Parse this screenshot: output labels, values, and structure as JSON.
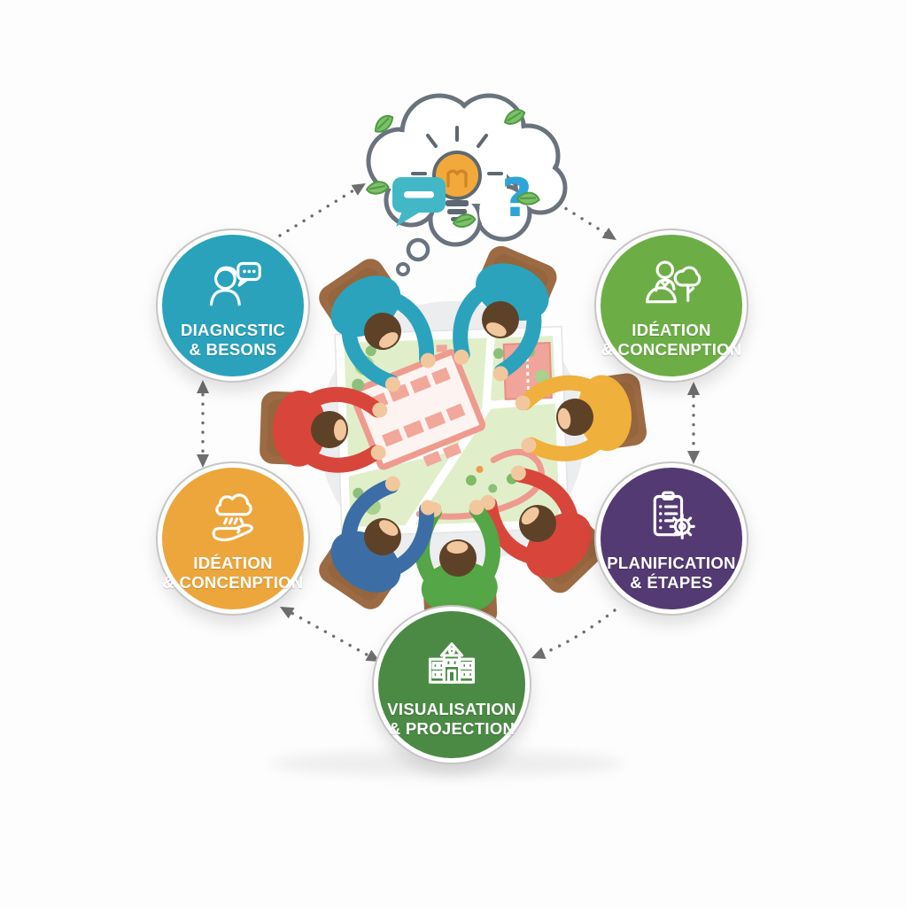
{
  "background_color": "#fdfdfd",
  "cloud": {
    "outline_color": "#6a737d",
    "question_mark": "?",
    "question_color": "#2da5d8",
    "lightbulb_color": "#f2a93b",
    "bubble_color": "#42b7c6",
    "leaf_color": "#7cc068",
    "icons": [
      "lightbulb-icon",
      "speech-bubble-icon",
      "question-mark",
      "leaf-icon"
    ]
  },
  "nodes": [
    {
      "id": "diagnostic-besoins",
      "icon": "person-chat-icon",
      "line1": "DIAGNCSTIC",
      "line2": "& BESONS",
      "color": "#2aa2bc"
    },
    {
      "id": "ideation-conception-right",
      "icon": "person-tree-icon",
      "line1": "IDÉATION",
      "line2": "& CONCENPTION",
      "color": "#6cae45"
    },
    {
      "id": "planification-etapes",
      "icon": "clipboard-gear-icon",
      "line1": "PLANIFICATION",
      "line2": "& ÉTAPES",
      "color": "#543a72"
    },
    {
      "id": "visualisation-projection",
      "icon": "building-icon",
      "line1": "VISUALISATION",
      "line2": "& PROJECTION",
      "color": "#4b8a44"
    },
    {
      "id": "ideation-conception-left",
      "icon": "cloud-hand-icon",
      "line1": "IDÉATION",
      "line2": "& CONCENPTION",
      "color": "#eca63c"
    }
  ],
  "arrows": {
    "color": "#6e6e6e",
    "style": "dotted"
  },
  "center": {
    "table_color": "#ebedef",
    "plan": {
      "paper": "#ffffff",
      "field": "#e0efca",
      "building": "#f0978d",
      "building_fill": "#f2a79b",
      "trees": "#8cc07a",
      "road": "#ef9a8e"
    },
    "people": [
      {
        "seat": "top-left",
        "shirt": "#2ca3bc"
      },
      {
        "seat": "top-right",
        "shirt": "#2ca3bc"
      },
      {
        "seat": "right",
        "shirt": "#efb03c"
      },
      {
        "seat": "bottom-right",
        "shirt": "#d8463b"
      },
      {
        "seat": "bottom",
        "shirt": "#55a646"
      },
      {
        "seat": "bottom-left",
        "shirt": "#3c6ea5"
      },
      {
        "seat": "left",
        "shirt": "#d8463b"
      }
    ]
  }
}
